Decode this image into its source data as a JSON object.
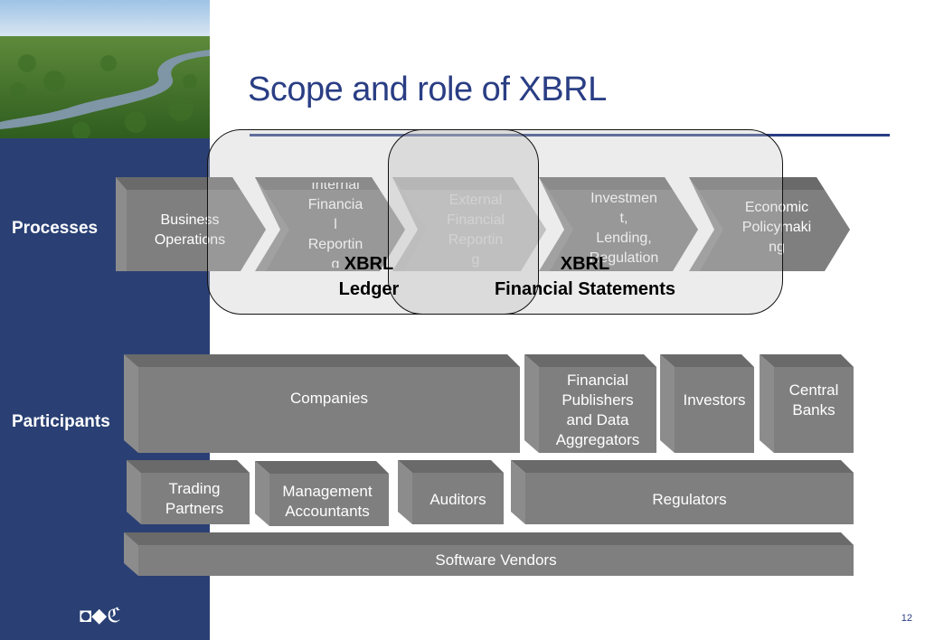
{
  "slide": {
    "title": "Scope and role of XBRL",
    "page_number": "12",
    "logo_text": "◘◆ℭ"
  },
  "rows": {
    "processes_label": "Processes",
    "participants_label": "Participants"
  },
  "processes": [
    {
      "label": "Business\nOperations"
    },
    {
      "label": "Internal\nFinancia\nl\nReportin\ng"
    },
    {
      "label": "External\nFinancial\nReportin\ng"
    },
    {
      "label": "Investmen\nt,\nLending,\nRegulation"
    },
    {
      "label": "Economic\nPolicymaki\nng"
    }
  ],
  "scopes": {
    "ledger": "XBRL\nLedger",
    "financial_statements": "XBRL\nFinancial Statements"
  },
  "participants": {
    "companies": "Companies",
    "publishers": "Financial\nPublishers\nand Data\nAggregators",
    "investors": "Investors",
    "central_banks": "Central\nBanks",
    "trading_partners": "Trading\nPartners",
    "management_accountants": "Management\nAccountants",
    "auditors": "Auditors",
    "regulators": "Regulators",
    "software_vendors": "Software Vendors"
  },
  "colors": {
    "sidebar": "#2a4074",
    "title": "#2a3e84",
    "block_front": "#7f7f7f",
    "block_top": "#6a6a6a",
    "block_side": "#8c8c8c"
  }
}
